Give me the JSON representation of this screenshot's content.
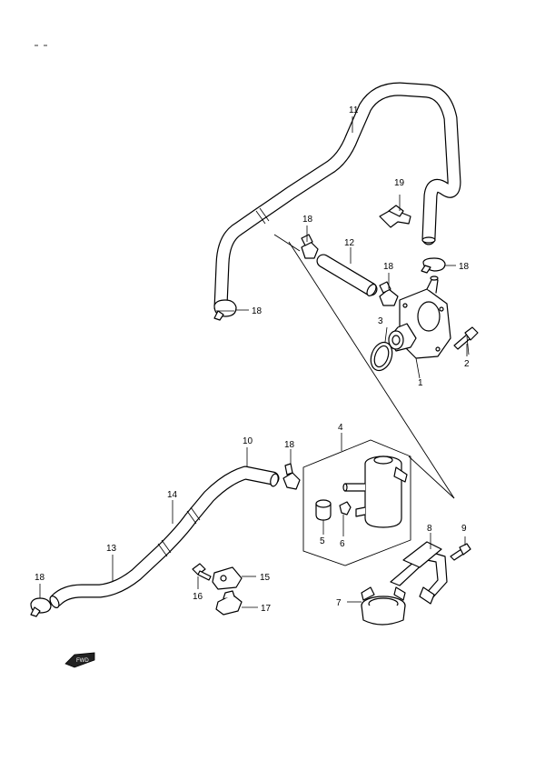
{
  "parts": [
    {
      "id": "p1",
      "number": "1"
    },
    {
      "id": "p2",
      "number": "2"
    },
    {
      "id": "p3",
      "number": "3"
    },
    {
      "id": "p4",
      "number": "4"
    },
    {
      "id": "p5",
      "number": "5"
    },
    {
      "id": "p6",
      "number": "6"
    },
    {
      "id": "p7",
      "number": "7"
    },
    {
      "id": "p8",
      "number": "8"
    },
    {
      "id": "p9",
      "number": "9"
    },
    {
      "id": "p10",
      "number": "10"
    },
    {
      "id": "p11",
      "number": "11"
    },
    {
      "id": "p12",
      "number": "12"
    },
    {
      "id": "p13",
      "number": "13"
    },
    {
      "id": "p14",
      "number": "14"
    },
    {
      "id": "p15",
      "number": "15"
    },
    {
      "id": "p16",
      "number": "16"
    },
    {
      "id": "p17",
      "number": "17"
    },
    {
      "id": "p18a",
      "number": "18"
    },
    {
      "id": "p18b",
      "number": "18"
    },
    {
      "id": "p18c",
      "number": "18"
    },
    {
      "id": "p18d",
      "number": "18"
    },
    {
      "id": "p18e",
      "number": "18"
    },
    {
      "id": "p18f",
      "number": "18"
    },
    {
      "id": "p19",
      "number": "19"
    }
  ],
  "fwd_marker": "FWD"
}
